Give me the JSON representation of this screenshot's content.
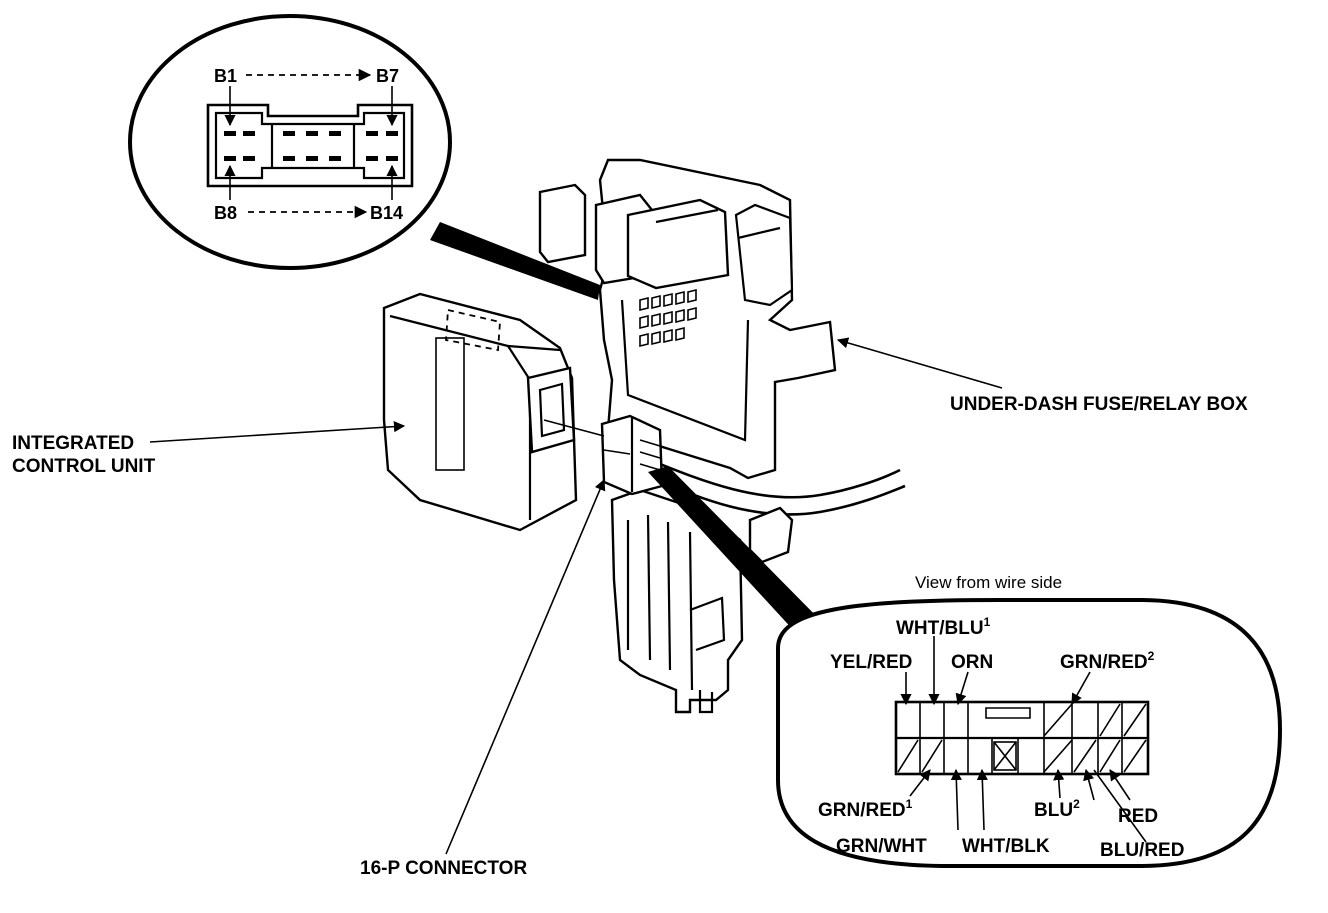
{
  "labels": {
    "icu_line1": "INTEGRATED",
    "icu_line2": "CONTROL UNIT",
    "fuse_box": "UNDER-DASH FUSE/RELAY BOX",
    "connector": "16-P CONNECTOR",
    "view_note": "View from wire side"
  },
  "pin_labels": {
    "b1": "B1",
    "b7": "B7",
    "b8": "B8",
    "b14": "B14"
  },
  "wires": {
    "wht_blu": "WHT/BLU",
    "wht_blu_sup": "1",
    "yel_red": "YEL/RED",
    "orn": "ORN",
    "grn_red2": "GRN/RED",
    "grn_red2_sup": "2",
    "grn_red1": "GRN/RED",
    "grn_red1_sup": "1",
    "grn_wht": "GRN/WHT",
    "wht_blk": "WHT/BLK",
    "blu2": "BLU",
    "blu2_sup": "2",
    "red": "RED",
    "blu_red": "BLU/RED"
  },
  "colors": {
    "ink": "#000000",
    "paper": "#ffffff"
  }
}
